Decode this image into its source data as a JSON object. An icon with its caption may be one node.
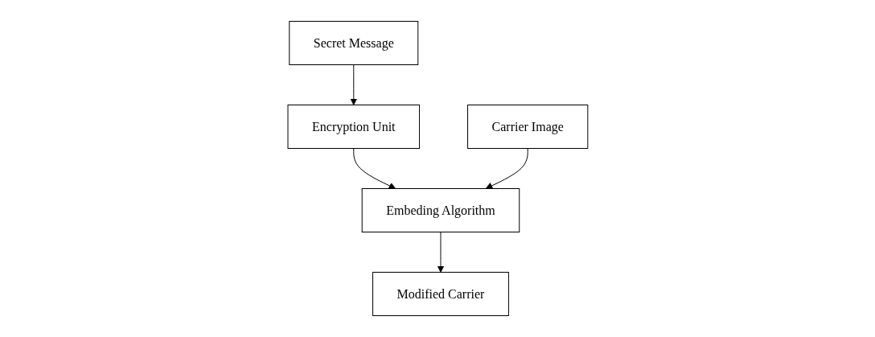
{
  "diagram": {
    "nodes": [
      {
        "text": [
          "Secret Message"
        ]
      },
      {
        "text": [
          "Encryption Unit"
        ]
      },
      {
        "text": [
          "Carrier Image"
        ]
      },
      {
        "text": [
          "Embeding Algorithm"
        ]
      },
      {
        "text": [
          "Modified Carrier"
        ]
      }
    ],
    "edges": [
      {
        "from": 0,
        "to": 1,
        "arrow": "to"
      },
      {
        "from": 1,
        "to": 3,
        "arrow": "to"
      },
      {
        "from": 2,
        "to": 3,
        "arrow": "to"
      },
      {
        "from": 3,
        "to": 4,
        "arrow": "to"
      }
    ]
  }
}
